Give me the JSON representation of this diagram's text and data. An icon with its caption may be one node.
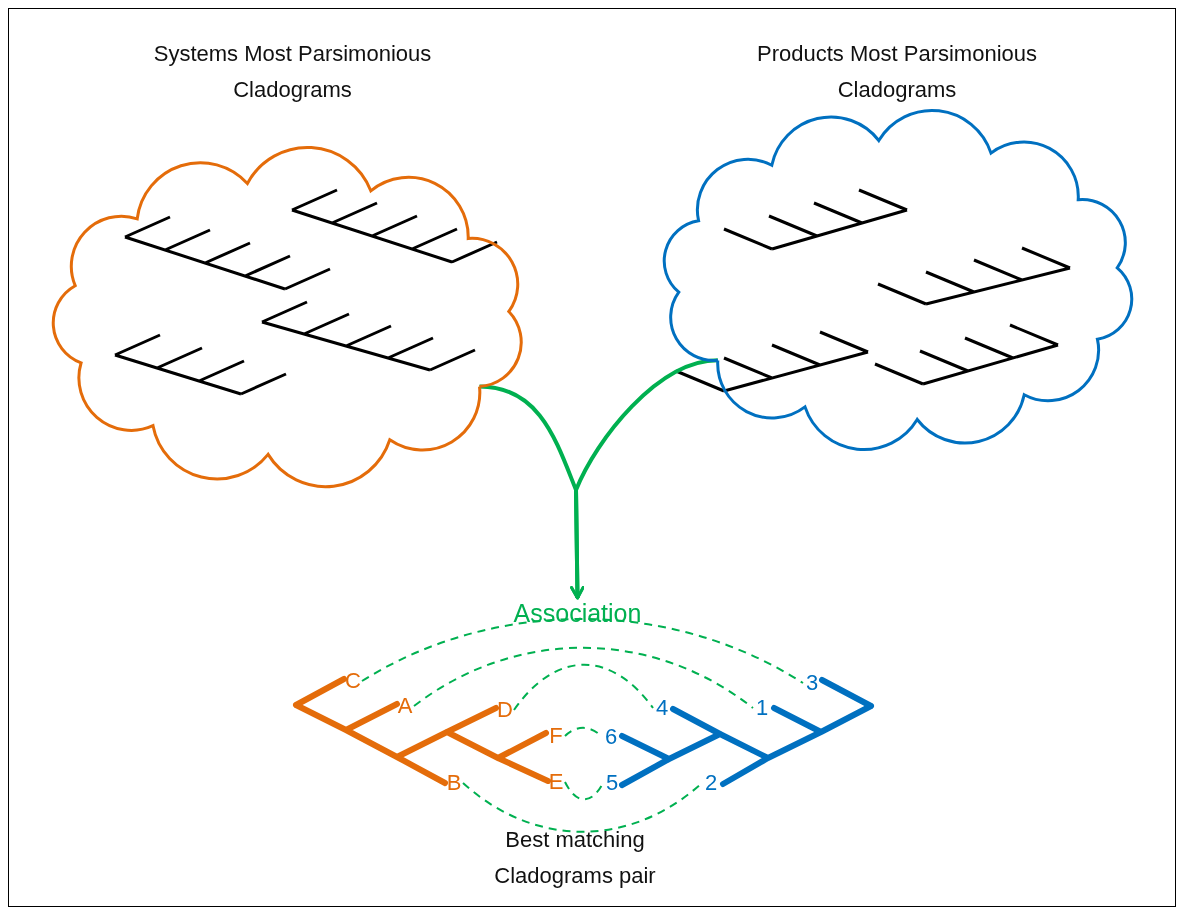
{
  "diagram": {
    "nodes": [
      {
        "text": [
          "Systems Most Parsimonious Cladograms"
        ]
      },
      {
        "text": [
          "Products Most Parsimonious Cladograms"
        ]
      },
      {
        "text": [
          "Association"
        ]
      },
      {
        "text": [
          "C"
        ]
      },
      {
        "text": [
          "A"
        ]
      },
      {
        "text": [
          "D"
        ]
      },
      {
        "text": [
          "F"
        ]
      },
      {
        "text": [
          "E"
        ]
      },
      {
        "text": [
          "B"
        ]
      },
      {
        "text": [
          "3"
        ]
      },
      {
        "text": [
          "1"
        ]
      },
      {
        "text": [
          "4"
        ]
      },
      {
        "text": [
          "6"
        ]
      },
      {
        "text": [
          "5"
        ]
      },
      {
        "text": [
          "2"
        ]
      }
    ],
    "edges": [
      {
        "from": 0,
        "to": 2,
        "arrow": "to",
        "style": "thick",
        "color": "#00b050"
      },
      {
        "from": 1,
        "to": 2,
        "arrow": "to",
        "style": "thick",
        "color": "#00b050"
      },
      {
        "from": 3,
        "to": 9,
        "arrow": "none",
        "style": "dashed",
        "color": "#00b050"
      },
      {
        "from": 4,
        "to": 10,
        "arrow": "none",
        "style": "dashed",
        "color": "#00b050"
      },
      {
        "from": 5,
        "to": 11,
        "arrow": "none",
        "style": "dashed",
        "color": "#00b050"
      },
      {
        "from": 6,
        "to": 12,
        "arrow": "none",
        "style": "dashed",
        "color": "#00b050"
      },
      {
        "from": 7,
        "to": 13,
        "arrow": "none",
        "style": "dashed",
        "color": "#00b050"
      },
      {
        "from": 8,
        "to": 14,
        "arrow": "none",
        "style": "dashed",
        "color": "#00b050"
      }
    ],
    "labels": [
      "Best matching Cladograms pair"
    ]
  }
}
